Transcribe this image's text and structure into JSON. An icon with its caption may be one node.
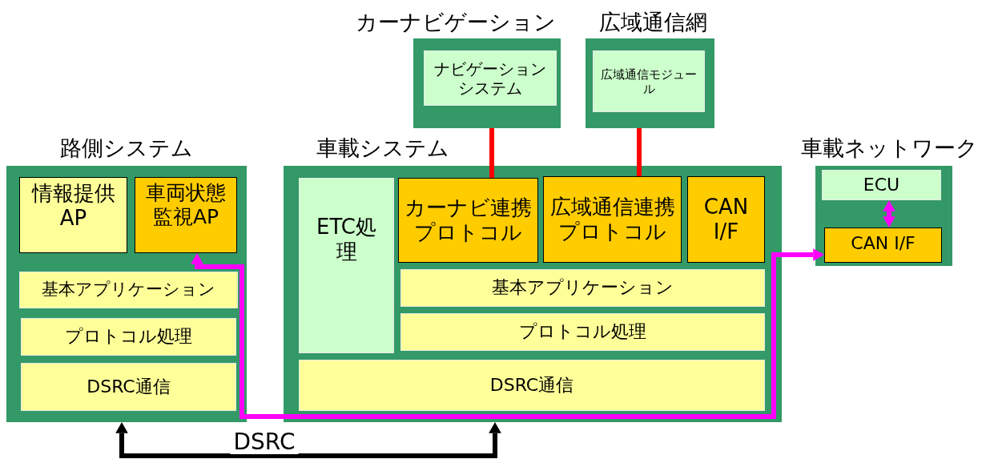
{
  "diagram": {
    "nodes": [
      {
        "text": [
          "カーナビゲーション"
        ]
      },
      {
        "text": [
          "ナビゲーションシステム"
        ],
        "in": 0
      },
      {
        "text": [
          "広域通信網"
        ]
      },
      {
        "text": [
          "広域通信モジュール"
        ],
        "in": 2
      },
      {
        "text": [
          "路側システム"
        ]
      },
      {
        "text": [
          "情報提供AP"
        ],
        "in": 4
      },
      {
        "text": [
          "車両状態監視AP"
        ],
        "in": 4
      },
      {
        "text": [
          "基本アプリケーション"
        ],
        "in": 4
      },
      {
        "text": [
          "プロトコル処理"
        ],
        "in": 4
      },
      {
        "text": [
          "DSRC通信"
        ],
        "in": 4
      },
      {
        "text": [
          "車載システム"
        ]
      },
      {
        "text": [
          "ETC処理"
        ],
        "in": 10
      },
      {
        "text": [
          "カーナビ連携プロトコル"
        ],
        "in": 10
      },
      {
        "text": [
          "広域通信連携プロトコル"
        ],
        "in": 10
      },
      {
        "text": [
          "CAN I/F"
        ],
        "in": 10
      },
      {
        "text": [
          "基本アプリケーション"
        ],
        "in": 10
      },
      {
        "text": [
          "プロトコル処理"
        ],
        "in": 10
      },
      {
        "text": [
          "DSRC通信"
        ],
        "in": 10
      },
      {
        "text": [
          "車載ネットワーク"
        ]
      },
      {
        "text": [
          "ECU"
        ],
        "in": 18
      },
      {
        "text": [
          "CAN I/F"
        ],
        "in": 18
      }
    ],
    "edges": [
      {
        "from": 0,
        "to": 12,
        "arrow": "none",
        "color": "#ff0000"
      },
      {
        "from": 2,
        "to": 13,
        "arrow": "none",
        "color": "#ff0000"
      },
      {
        "from": 4,
        "to": 10,
        "arrow": "both",
        "label": "DSRC",
        "color": "#000000"
      },
      {
        "from": 6,
        "to": 20,
        "arrow": "both",
        "color": "#ff00ff"
      },
      {
        "from": 19,
        "to": 20,
        "arrow": "both",
        "color": "#ff00ff"
      }
    ]
  }
}
